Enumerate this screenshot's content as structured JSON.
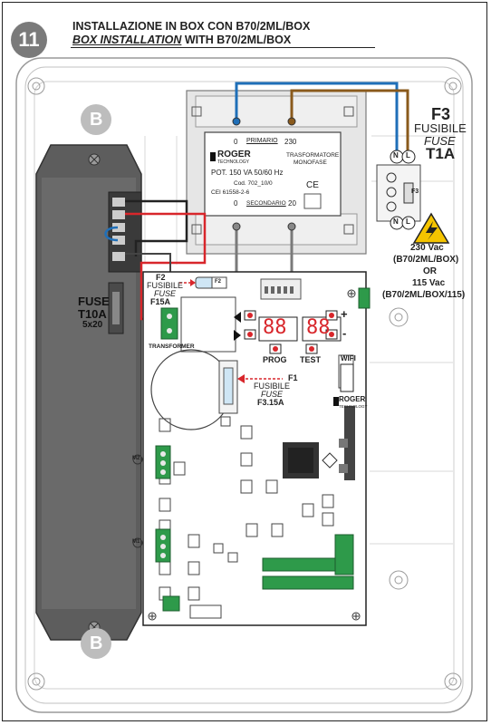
{
  "header": {
    "step": "11",
    "line1": "INSTALLAZIONE IN BOX CON B70/2ML/BOX",
    "line2_italic": "BOX INSTALLATION",
    "line2_rest": " WITH B70/2ML/BOX"
  },
  "callouts": {
    "b_top": "B",
    "b_bottom": "B"
  },
  "transformer": {
    "primary_left": "0",
    "primary_label": "PRIMARIO",
    "primary_right": "230",
    "brand": "ROGER",
    "brand_sub": "TECHNOLOGY",
    "type_line1": "TRASFORMATORE",
    "type_line2": "MONOFASE",
    "power": "POT. 150 VA 50/60 Hz",
    "code": "Cod. 702_10/0",
    "standard": "CEI 61558-2-6",
    "ce": "CE",
    "secondary_left": "0",
    "secondary_label": "SECONDARIO",
    "secondary_right": "20"
  },
  "f3": {
    "code": "F3",
    "line1": "FUSIBILE",
    "line2": "FUSE",
    "rating": "T1A",
    "terminal_n": "N",
    "terminal_l": "L",
    "holder": "F3"
  },
  "power_supply": {
    "v1": "230 Vac",
    "m1": "(B70/2ML/BOX)",
    "or": "OR",
    "v2": "115 Vac",
    "m2": "(B70/2ML/BOX/115)"
  },
  "fuse_t10a": {
    "l1": "FUSE",
    "l2": "T10A",
    "l3": "5x20"
  },
  "f2": {
    "code": "F2",
    "l1": "FUSIBILE",
    "l2": "FUSE",
    "rating": "F15A",
    "holder": "F2"
  },
  "board": {
    "transformer_label": "TRANSFORMER",
    "prog": "PROG",
    "test": "TEST",
    "wifi": "WIFI",
    "plus": "+",
    "minus": "-",
    "display1": "88",
    "display2": "88",
    "brand": "ROGER",
    "brand_sub": "TECHNOLOGY",
    "m2": "M2",
    "m1": "M1"
  },
  "f1": {
    "code": "F1",
    "l1": "FUSIBILE",
    "l2": "FUSE",
    "rating": "F3.15A"
  },
  "colors": {
    "blue_wire": "#1f6fb8",
    "brown_wire": "#8a5a1c",
    "red_wire": "#d8262b",
    "terminal_green": "#2e9a4a",
    "warning_yellow": "#f5c400"
  }
}
